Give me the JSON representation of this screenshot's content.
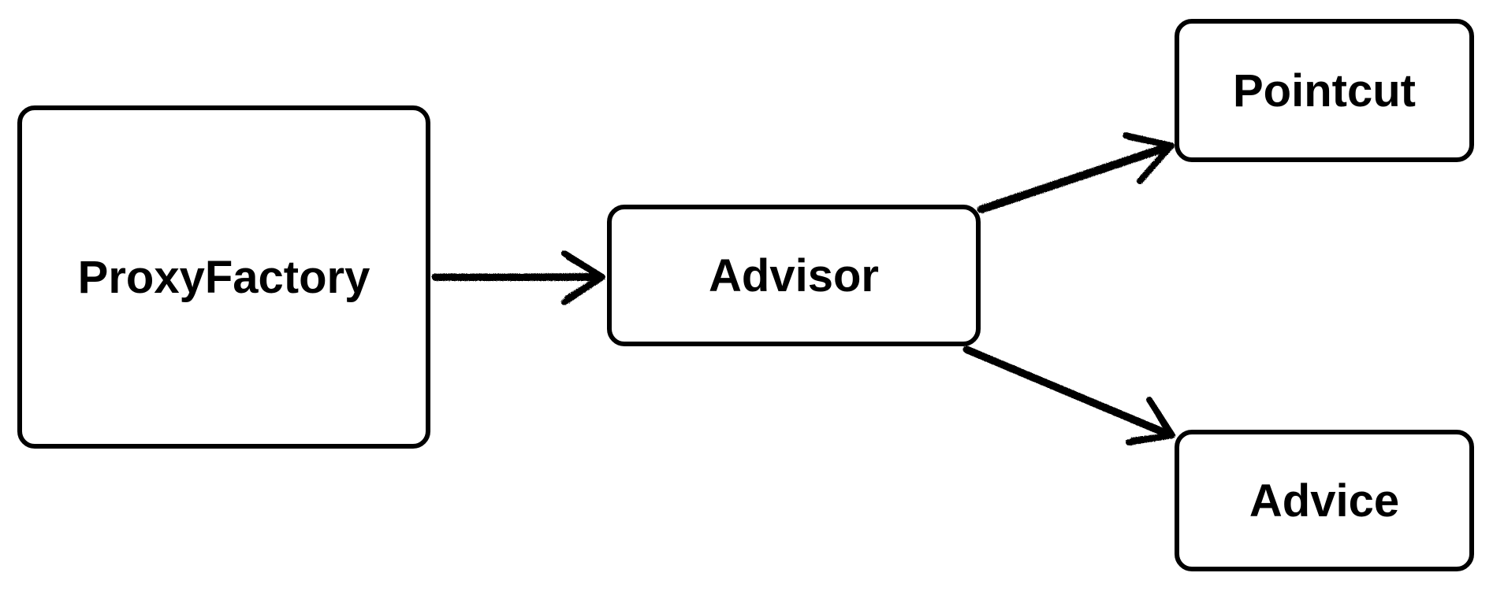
{
  "diagram": {
    "nodes": [
      {
        "id": "proxyfactory",
        "label": "ProxyFactory"
      },
      {
        "id": "advisor",
        "label": "Advisor"
      },
      {
        "id": "pointcut",
        "label": "Pointcut"
      },
      {
        "id": "advice",
        "label": "Advice"
      }
    ],
    "edges": [
      {
        "from": "proxyfactory",
        "to": "advisor"
      },
      {
        "from": "advisor",
        "to": "pointcut"
      },
      {
        "from": "advisor",
        "to": "advice"
      }
    ],
    "colors": {
      "stroke": "#000000",
      "background": "#ffffff"
    }
  }
}
